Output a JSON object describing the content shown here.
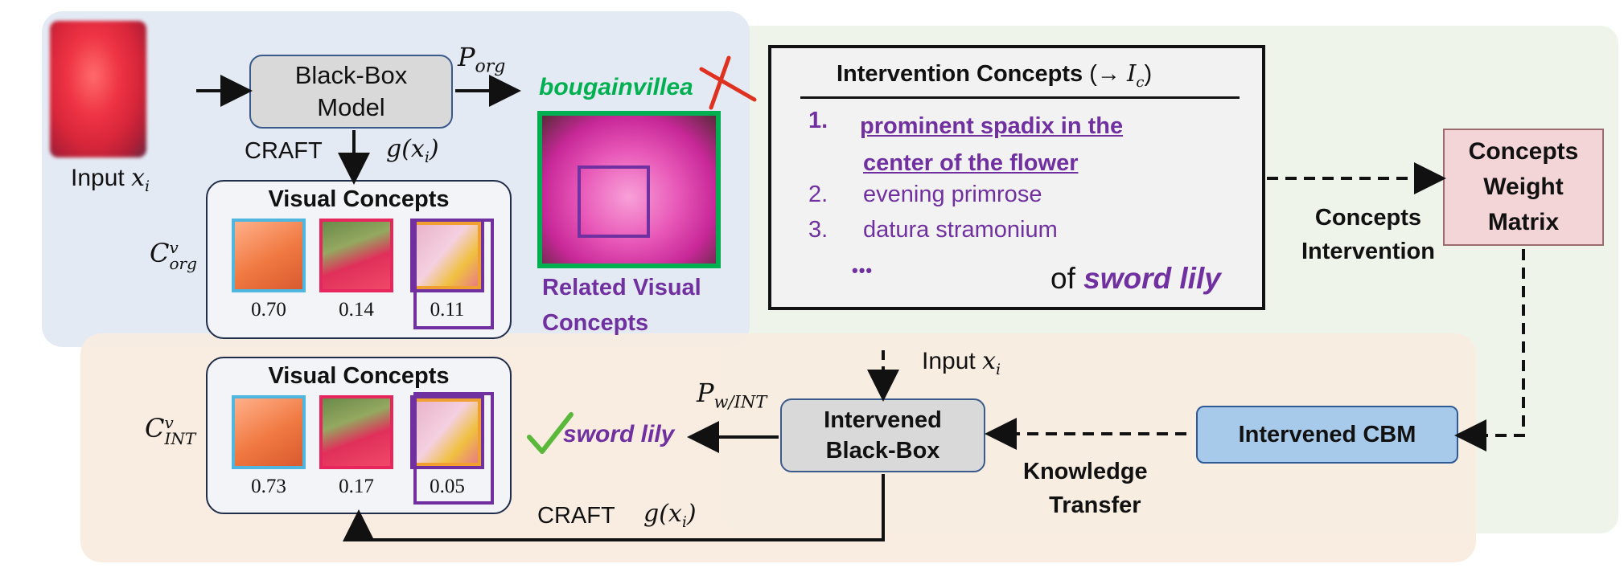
{
  "input": {
    "label_text": "Input",
    "label_var": "x",
    "label_sub": "i"
  },
  "blackbox": {
    "line1": "Black-Box",
    "line2": "Model"
  },
  "p_org": {
    "main": "P",
    "sub": "org"
  },
  "craft_top": {
    "label": "CRAFT",
    "g": "g(x",
    "g_sub": "i",
    "g_close": ")"
  },
  "visual_concepts_top": {
    "title": "Visual Concepts",
    "c_label": {
      "main": "C",
      "sup": "v",
      "sub": "org"
    },
    "scores": [
      "0.70",
      "0.14",
      "0.11"
    ]
  },
  "prediction_wrong": "bougainvillea",
  "related": {
    "line1": "Related Visual",
    "line2": "Concepts"
  },
  "intervention": {
    "title": "Intervention Concepts",
    "title_math_open": "(→ ",
    "title_math_var": "I",
    "title_math_sub": "c",
    "title_math_close": ")",
    "items": [
      {
        "num": "1.",
        "line1": "prominent spadix in the",
        "line2": "center of  the flower"
      },
      {
        "num": "2.",
        "line1": "evening primrose"
      },
      {
        "num": "3.",
        "line1": "datura stramonium"
      }
    ],
    "ellipsis": "•••",
    "of_text": "of",
    "of_class": "sword lily"
  },
  "concepts_intervention": {
    "line1": "Concepts",
    "line2": "Intervention"
  },
  "weight_matrix": {
    "line1": "Concepts",
    "line2": "Weight",
    "line3": "Matrix"
  },
  "intervened_cbm": "Intervened CBM",
  "knowledge_transfer": {
    "line1": "Knowledge",
    "line2": "Transfer"
  },
  "input_bottom": {
    "label_text": "Input",
    "label_var": "x",
    "label_sub": "i"
  },
  "intervened_bb": {
    "line1": "Intervened",
    "line2": "Black-Box"
  },
  "p_int": {
    "main": "P",
    "sub": "w/INT"
  },
  "prediction_correct": "sword lily",
  "visual_concepts_bottom": {
    "title": "Visual Concepts",
    "c_label": {
      "main": "C",
      "sup": "v",
      "sub": "INT"
    },
    "scores": [
      "0.73",
      "0.17",
      "0.05"
    ]
  },
  "craft_bottom": {
    "label": "CRAFT",
    "g": "g(x",
    "g_sub": "i",
    "g_close": ")"
  },
  "colors": {
    "blue_bg": "#e3e9f4",
    "orange_bg": "#f9ece0",
    "green_bg": "#eef4ea",
    "purple": "#7030a0",
    "green": "#00b050",
    "red_cross": "#e03020",
    "thumb_cyan": "#4fb6e0",
    "thumb_pink": "#e8265e",
    "thumb_purple": "#7030a0",
    "thumb_orange": "#f0a030"
  }
}
